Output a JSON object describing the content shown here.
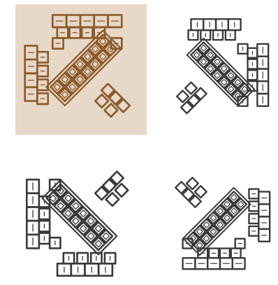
{
  "layout_options": {
    "selected_index": 0,
    "colors": {
      "selected_background": "#e8d8c8",
      "selected_stroke": "#8a5a2a",
      "default_stroke": "#3a3a3a"
    },
    "tiles": [
      {
        "name": "layout-option-1",
        "rotation": 0,
        "mirror": false,
        "selected": true
      },
      {
        "name": "layout-option-2",
        "rotation": 90,
        "mirror": false,
        "selected": false
      },
      {
        "name": "layout-option-3",
        "rotation": 270,
        "mirror": false,
        "selected": false
      },
      {
        "name": "layout-option-4",
        "rotation": 180,
        "mirror": false,
        "selected": false
      }
    ],
    "icon": "floorplan-icon"
  }
}
